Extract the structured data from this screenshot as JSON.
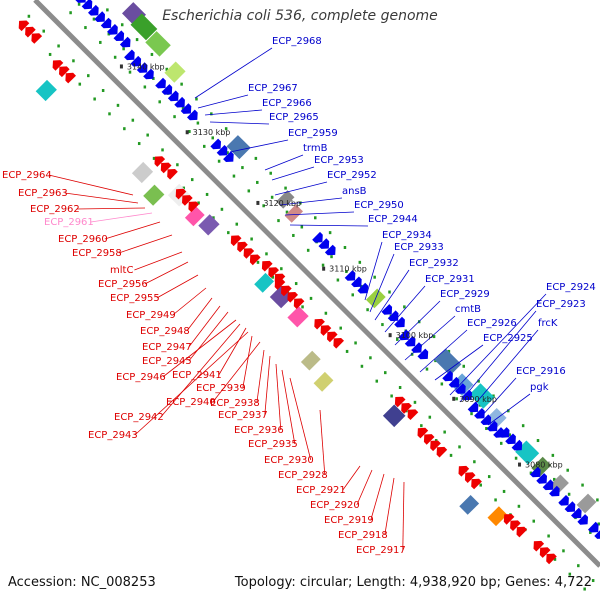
{
  "header": {
    "title": "Escherichia coli 536, complete genome"
  },
  "footer": {
    "accession": "Accession: NC_008253",
    "topology": "Topology: circular; Length: 4,938,920 bp; Genes: 4,722"
  },
  "colors": {
    "forward_label": "#0000cc",
    "reverse_label": "#dd0000",
    "highlight_label": "#ff88cc",
    "forward_gene": "#0000ee",
    "reverse_gene": "#ee0000",
    "backbone": "#909090",
    "tick": "#229922"
  },
  "scale_ticks": [
    "3140 kbp",
    "3130 kbp",
    "3120 kbp",
    "3110 kbp",
    "3100 kbp",
    "3090 kbp",
    "3080 kbp"
  ],
  "forward_labels": [
    "ECP_2968",
    "ECP_2967",
    "ECP_2966",
    "ECP_2965",
    "ECP_2959",
    "trmB",
    "ECP_2953",
    "ECP_2952",
    "ansB",
    "ECP_2950",
    "ECP_2944",
    "ECP_2934",
    "ECP_2933",
    "ECP_2932",
    "ECP_2931",
    "ECP_2929",
    "cmtB",
    "ECP_2926",
    "ECP_2925",
    "ECP_2924",
    "ECP_2923",
    "frcK",
    "ECP_2916",
    "pgk"
  ],
  "reverse_labels": [
    "ECP_2964",
    "ECP_2963",
    "ECP_2962",
    "ECP_2961",
    "ECP_2960",
    "ECP_2958",
    "mltC",
    "ECP_2956",
    "ECP_2955",
    "ECP_2949",
    "ECP_2948",
    "ECP_2947",
    "ECP_2945",
    "ECP_2946",
    "ECP_2941",
    "ECP_2939",
    "ECP_2940",
    "ECP_2938",
    "ECP_2937",
    "ECP_2942",
    "ECP_2936",
    "ECP_2943",
    "ECP_2935",
    "ECP_2930",
    "ECP_2928",
    "ECP_2921",
    "ECP_2920",
    "ECP_2919",
    "ECP_2918",
    "ECP_2917"
  ],
  "highlighted_label": "ECP_2961",
  "icons": {
    "forward_gene": "right-arrow-gene-icon",
    "reverse_gene": "left-arrow-gene-icon",
    "feature_block": "colored-feature-block"
  }
}
